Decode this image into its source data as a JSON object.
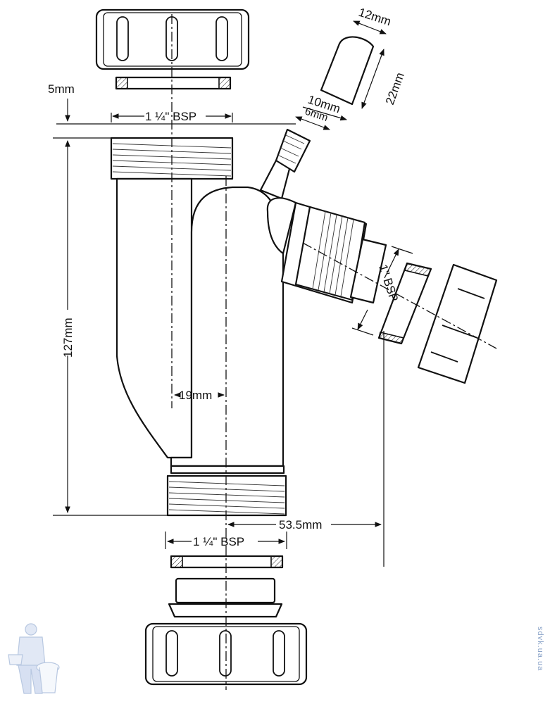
{
  "dimensions": {
    "top_nut_gap": "5mm",
    "top_bsp": "1 ¼\" BSP",
    "spigot_diameter": "12mm",
    "spigot_length": "22mm",
    "spigot_outer": "10mm",
    "spigot_inner": "6mm",
    "body_height": "127mm",
    "offset": "19mm",
    "side_bsp": "1\" BSP",
    "side_offset": "53.5mm",
    "bottom_bsp": "1 ¼\" BSP"
  },
  "watermark": "sdvk.ua.ua",
  "colors": {
    "line": "#111111",
    "background": "#ffffff",
    "watermark": "#8aa3c8"
  },
  "icons": {
    "logo": "plumber-with-toilet-icon"
  }
}
